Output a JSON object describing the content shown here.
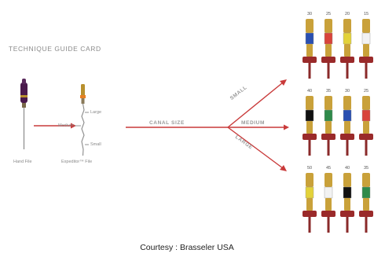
{
  "title": "TECHNIQUE GUIDE CARD",
  "hand_file_label": "Hand File",
  "expeditor_label": "Expeditor™ File",
  "marker_large": "Large",
  "marker_medium": "Medium",
  "marker_small": "Small",
  "canal_size_label": "CANAL SIZE",
  "branches": {
    "small": "SMALL",
    "medium": "MEDIUM",
    "large": "LARGE"
  },
  "rows": [
    {
      "sizes": [
        "30",
        "25",
        "20",
        "15"
      ],
      "colors": [
        "#2a4fb0",
        "#d8443b",
        "#e3d23a",
        "#f2f2f2"
      ]
    },
    {
      "sizes": [
        "40",
        "35",
        "30",
        "25"
      ],
      "colors": [
        "#111111",
        "#2f8a4a",
        "#2a4fb0",
        "#d8443b"
      ]
    },
    {
      "sizes": [
        "50",
        "45",
        "40",
        "35"
      ],
      "colors": [
        "#e3d23a",
        "#f2f2f2",
        "#111111",
        "#2f8a4a"
      ]
    }
  ],
  "courtesy": "Courtesy : Brasseler USA"
}
